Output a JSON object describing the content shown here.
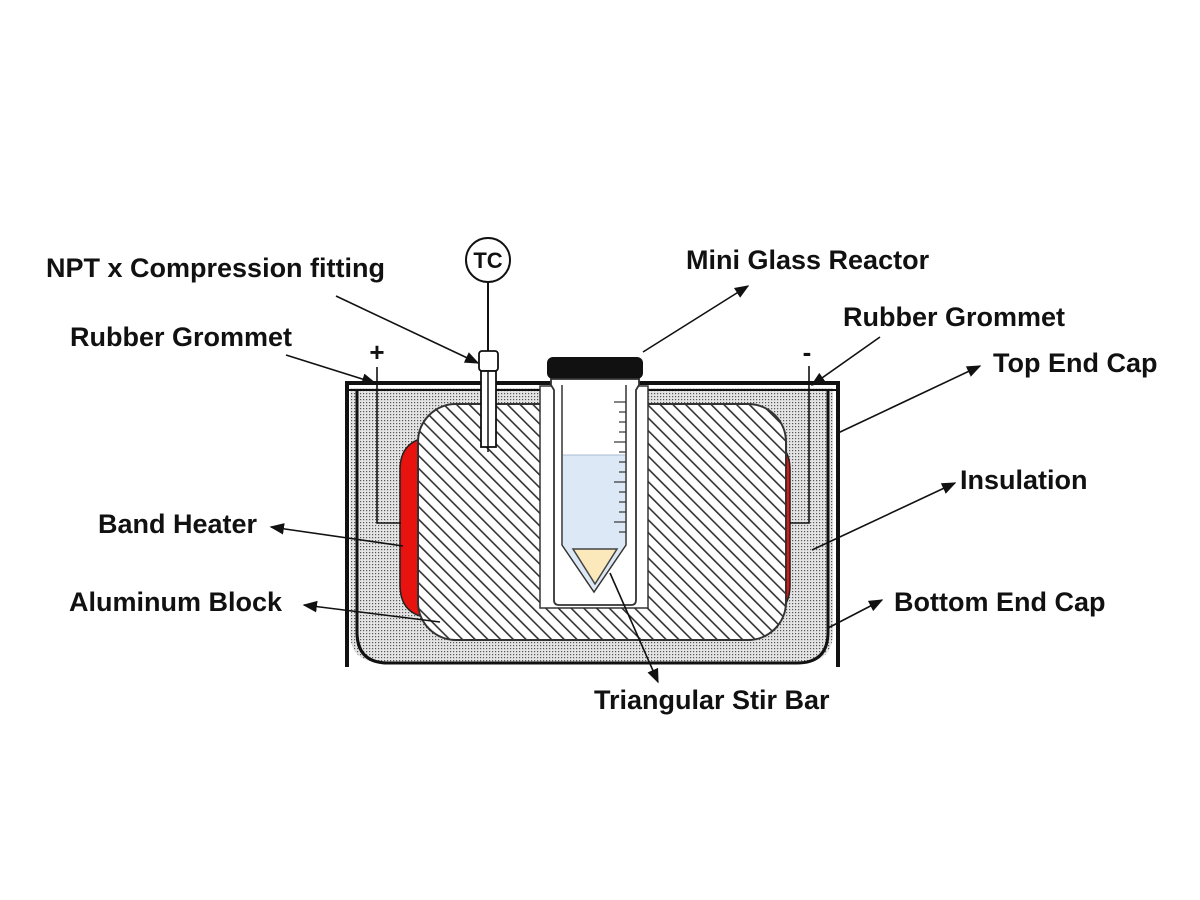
{
  "labels": {
    "npt_fitting": "NPT x Compression fitting",
    "rubber_grommet_left": "Rubber Grommet",
    "band_heater": "Band Heater",
    "aluminum_block": "Aluminum Block",
    "mini_glass_reactor": "Mini Glass Reactor",
    "rubber_grommet_right": "Rubber Grommet",
    "top_end_cap": "Top End Cap",
    "insulation": "Insulation",
    "bottom_end_cap": "Bottom End Cap",
    "triangular_stir_bar": "Triangular Stir Bar"
  },
  "thermocouple_label": "TC",
  "terminal_plus": "+",
  "terminal_minus": "-",
  "colors": {
    "heater": "#e8120f",
    "liquid": "#dce8f5",
    "stir_bar": "#fbe8bb",
    "cap": "#111111",
    "insulation_bg": "#d9d9d9"
  }
}
